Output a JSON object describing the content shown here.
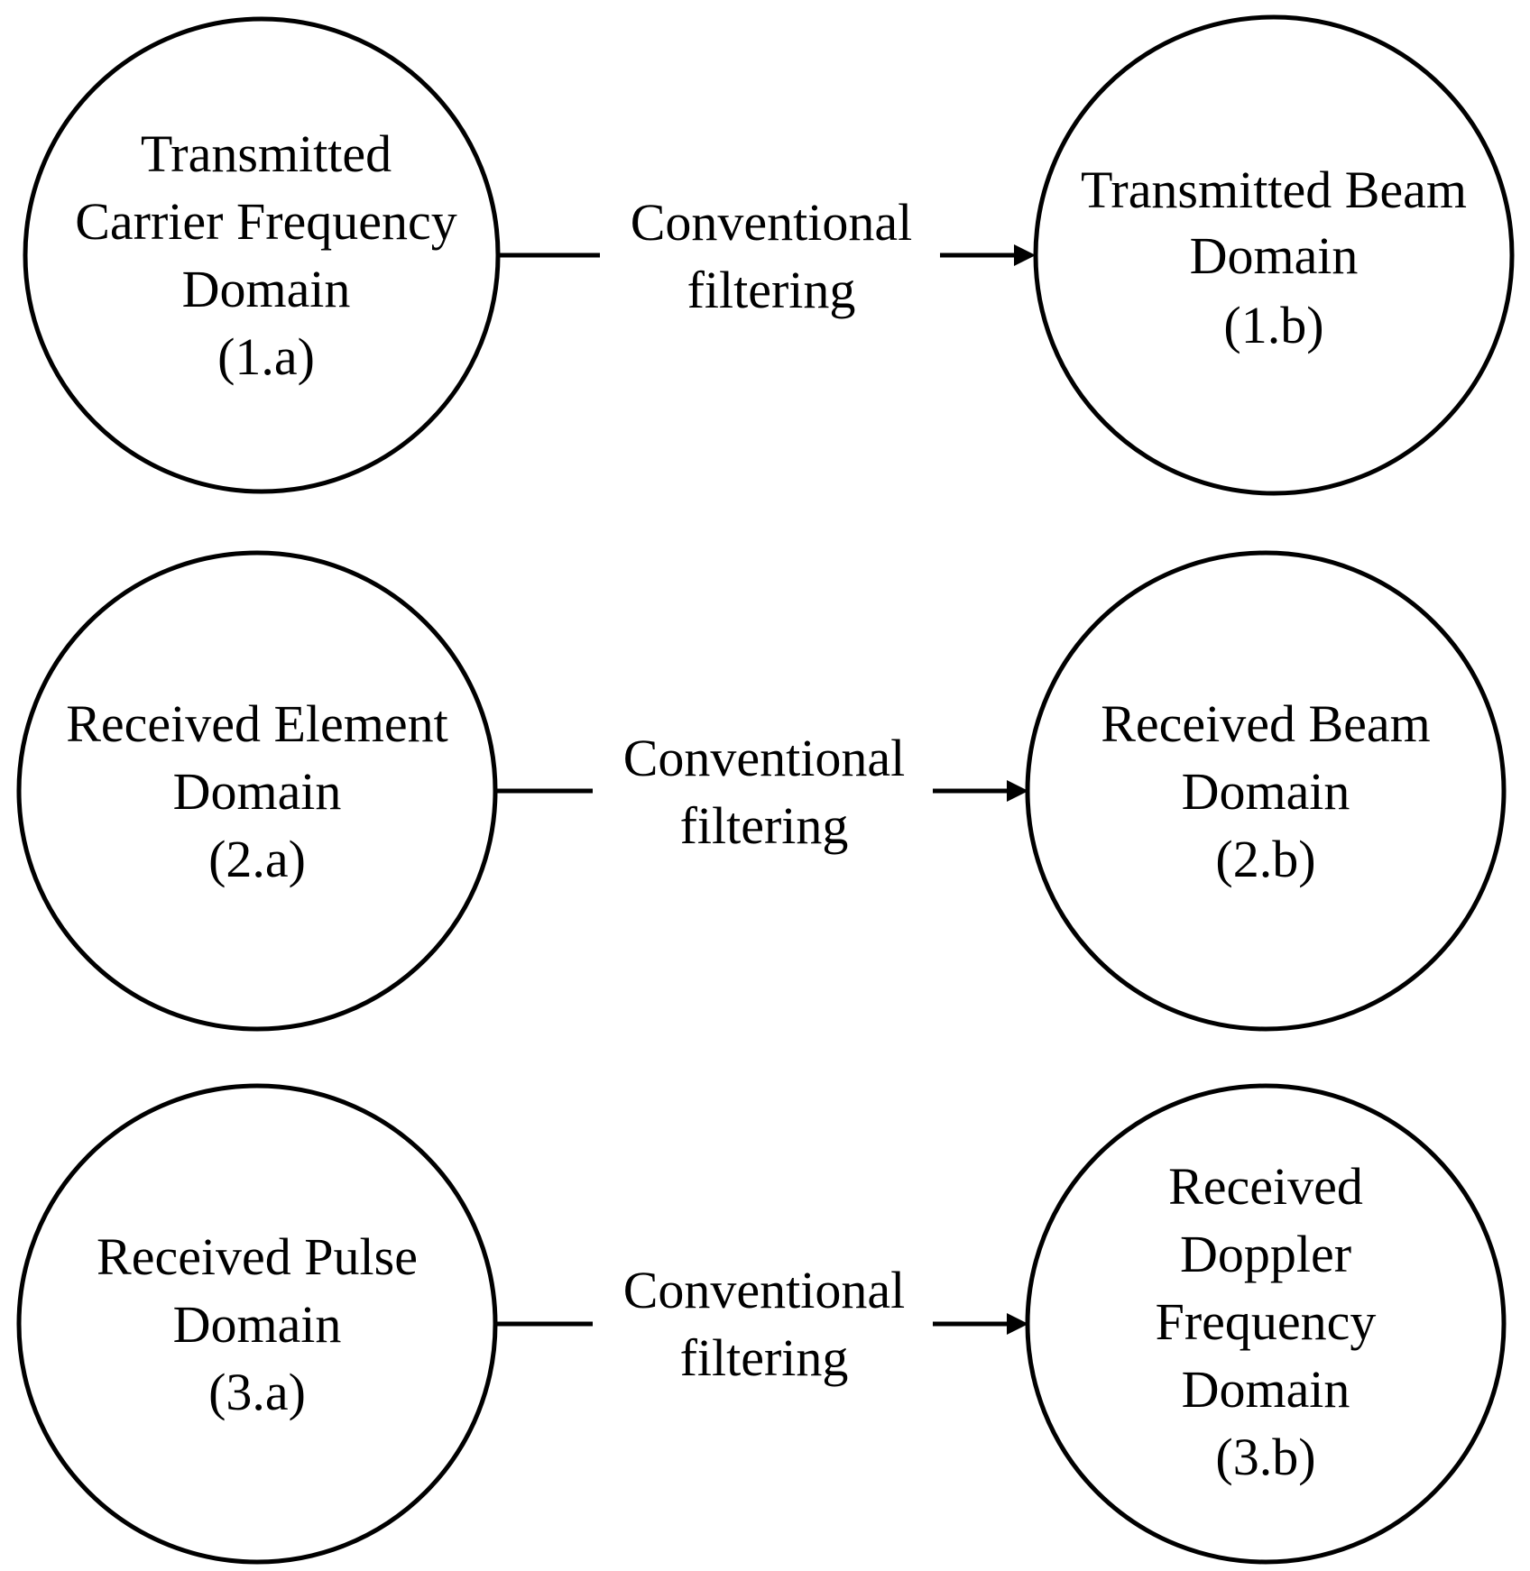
{
  "diagram": {
    "nodes": [
      {
        "id": "1a",
        "lines": [
          "Transmitted",
          "Carrier  Frequency",
          "Domain",
          "(1.a)"
        ]
      },
      {
        "id": "1b",
        "lines": [
          "Transmitted Beam",
          "Domain",
          "(1.b)"
        ]
      },
      {
        "id": "2a",
        "lines": [
          "Received Element",
          "Domain",
          "(2.a)"
        ]
      },
      {
        "id": "2b",
        "lines": [
          "Received Beam",
          "Domain",
          "(2.b)"
        ]
      },
      {
        "id": "3a",
        "lines": [
          "Received Pulse",
          "Domain",
          "(3.a)"
        ]
      },
      {
        "id": "3b",
        "lines": [
          "Received",
          "Doppler",
          "Frequency",
          "Domain",
          "(3.b)"
        ]
      }
    ],
    "edges": [
      {
        "from": "1a",
        "to": "1b",
        "lines": [
          "Conventional",
          "filtering"
        ]
      },
      {
        "from": "2a",
        "to": "2b",
        "lines": [
          "Conventional",
          "filtering"
        ]
      },
      {
        "from": "3a",
        "to": "3b",
        "lines": [
          "Conventional",
          "filtering"
        ]
      }
    ]
  }
}
